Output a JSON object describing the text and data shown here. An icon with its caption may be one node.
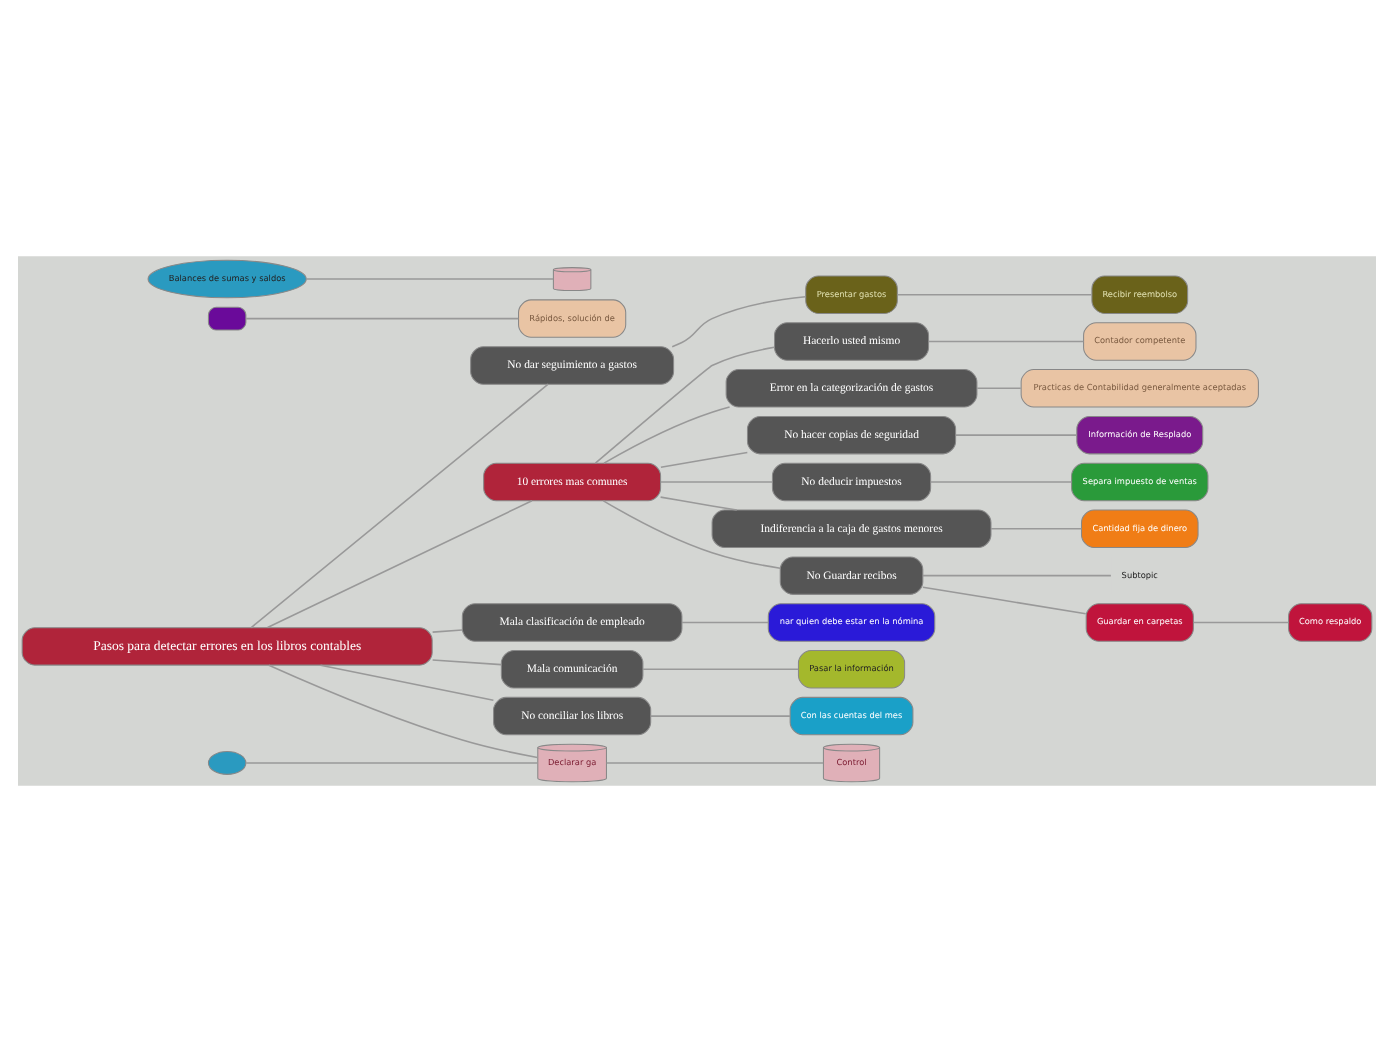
{
  "diagram": {
    "nodes": [
      {
        "text": [
          "Pasos para detectar errores en los libros contables"
        ]
      },
      {
        "text": [
          "10 errores mas comunes"
        ]
      },
      {
        "text": [
          "Indiferencia a la caja de gastos menores"
        ]
      },
      {
        "text": [
          "Cantidad fija de dinero"
        ]
      },
      {
        "text": [
          "No Guardar recibos"
        ]
      },
      {
        "text": [
          "Guardar en carpetas"
        ]
      },
      {
        "text": [
          "Como respaldo"
        ]
      },
      {
        "text": [
          "Subtopic"
        ]
      },
      {
        "text": [
          "Hacerlo usted mismo"
        ]
      },
      {
        "text": [
          "Contador competente"
        ]
      },
      {
        "text": [
          "Error en la categorización de gastos"
        ]
      },
      {
        "text": [
          "Practicas de Contabilidad generalmente aceptadas"
        ]
      },
      {
        "text": [
          "No hacer copias de seguridad"
        ]
      },
      {
        "text": [
          "Información de Resplado"
        ]
      },
      {
        "text": [
          "Mala clasificación de empleado"
        ]
      },
      {
        "text": [
          "nar quien debe estar en la nómina"
        ]
      },
      {
        "text": [
          "Mala comunicación"
        ]
      },
      {
        "text": [
          "Pasar la información"
        ]
      },
      {
        "text": [
          "No conciliar los libros"
        ]
      },
      {
        "text": [
          "Con las cuentas del mes"
        ]
      },
      {
        "text": [
          "No deducir impuestos"
        ]
      },
      {
        "text": [
          "Separa impuesto de ventas"
        ]
      },
      {
        "text": [],
        "shape": "box"
      },
      {
        "text": [
          "Rápidos, solución de"
        ]
      },
      {
        "text": [],
        "shape": "ellipse"
      },
      {
        "text": [
          "Balances de sumas y saldos"
        ]
      },
      {
        "text": [
          "Declarar ga"
        ]
      },
      {
        "text": [
          "Control"
        ]
      },
      {
        "text": [],
        "shape": "cylinder"
      },
      {
        "text": [
          "No dar seguimiento a gastos"
        ]
      },
      {
        "text": [
          "Presentar gastos"
        ]
      },
      {
        "text": [
          "Recibir reembolso"
        ]
      }
    ],
    "edges": [
      {
        "from": 0,
        "to": 1,
        "arrow": "none"
      },
      {
        "from": 1,
        "to": 2,
        "arrow": "none"
      },
      {
        "from": 2,
        "to": 3,
        "arrow": "none"
      },
      {
        "from": 1,
        "to": 4,
        "arrow": "none"
      },
      {
        "from": 4,
        "to": 5,
        "arrow": "none"
      },
      {
        "from": 5,
        "to": 6,
        "arrow": "none"
      },
      {
        "from": 4,
        "to": 7,
        "arrow": "none"
      },
      {
        "from": 1,
        "to": 8,
        "arrow": "none"
      },
      {
        "from": 8,
        "to": 9,
        "arrow": "none"
      },
      {
        "from": 1,
        "to": 10,
        "arrow": "none"
      },
      {
        "from": 10,
        "to": 11,
        "arrow": "none"
      },
      {
        "from": 1,
        "to": 12,
        "arrow": "none"
      },
      {
        "from": 12,
        "to": 13,
        "arrow": "none"
      },
      {
        "from": 0,
        "to": 14,
        "arrow": "none"
      },
      {
        "from": 14,
        "to": 15,
        "arrow": "none"
      },
      {
        "from": 0,
        "to": 16,
        "arrow": "none"
      },
      {
        "from": 16,
        "to": 17,
        "arrow": "none"
      },
      {
        "from": 0,
        "to": 18,
        "arrow": "none"
      },
      {
        "from": 18,
        "to": 19,
        "arrow": "none"
      },
      {
        "from": 1,
        "to": 20,
        "arrow": "none"
      },
      {
        "from": 20,
        "to": 21,
        "arrow": "none"
      },
      {
        "from": 22,
        "to": 23,
        "arrow": "none"
      },
      {
        "from": 0,
        "to": 26,
        "arrow": "none"
      },
      {
        "from": 24,
        "to": 26,
        "arrow": "none"
      },
      {
        "from": 26,
        "to": 27,
        "arrow": "none"
      },
      {
        "from": 25,
        "to": 28,
        "arrow": "none"
      },
      {
        "from": 0,
        "to": 29,
        "arrow": "none"
      },
      {
        "from": 29,
        "to": 30,
        "arrow": "none"
      },
      {
        "from": 30,
        "to": 31,
        "arrow": "none"
      }
    ]
  }
}
